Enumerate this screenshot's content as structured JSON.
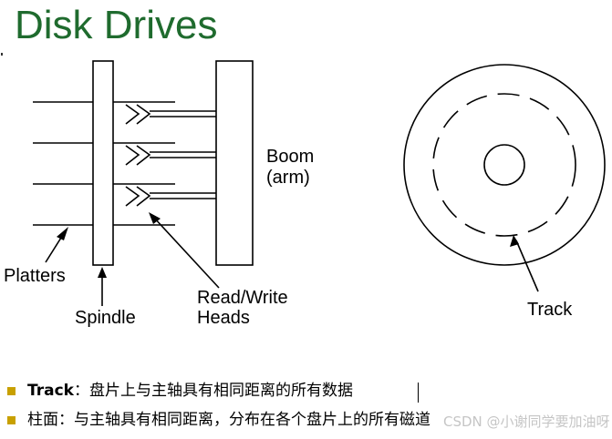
{
  "title": "Disk Drives",
  "labels": {
    "boom_line1": "Boom",
    "boom_line2": "(arm)",
    "platters": "Platters",
    "spindle": "Spindle",
    "read_write_line1": "Read/Write",
    "read_write_line2": "Heads",
    "track": "Track"
  },
  "bullets": [
    {
      "bold": "Track",
      "text": "：盘片上与主轴具有相同距离的所有数据"
    },
    {
      "bold": "",
      "text": "柱面：与主轴具有相同距离，分布在各个盘片上的所有磁道"
    }
  ],
  "watermark": "CSDN @小谢同学要加油呀",
  "colors": {
    "title": "#1f6b2e",
    "bullet": "#c8a000",
    "stroke": "#000000"
  }
}
